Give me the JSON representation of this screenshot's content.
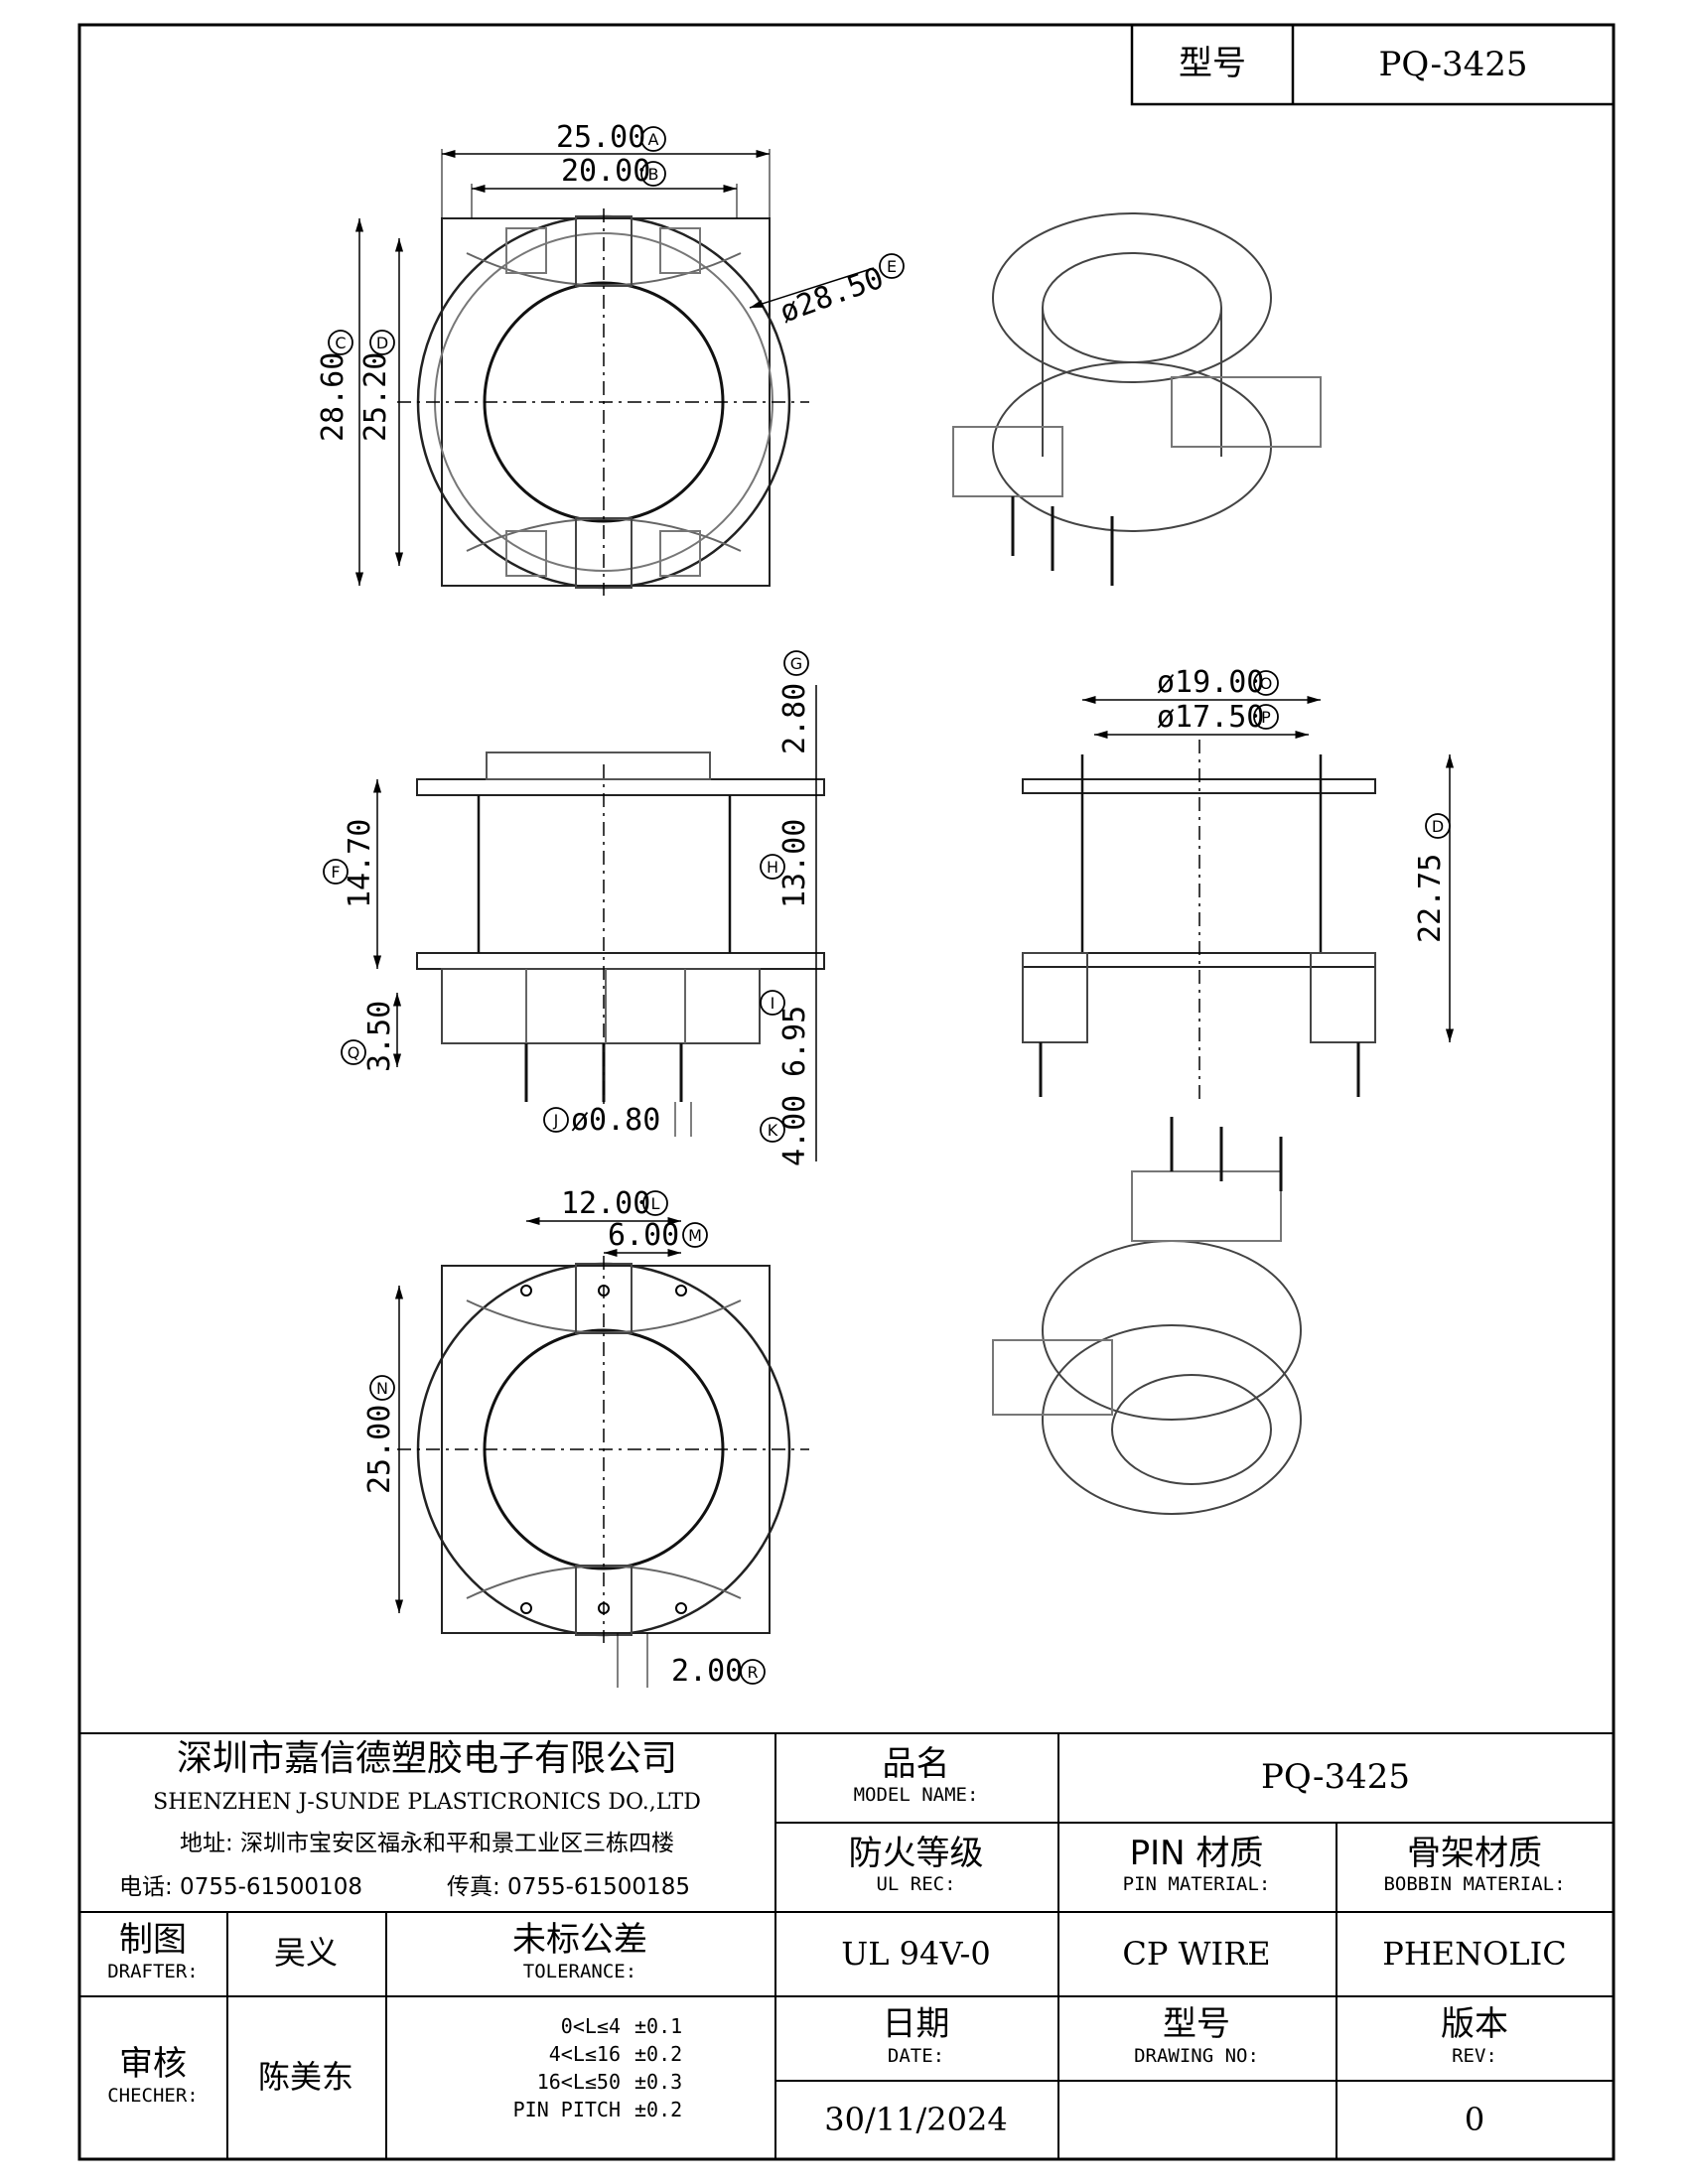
{
  "header": {
    "model_label": "型号",
    "model_value": "PQ-3425"
  },
  "dimensions": {
    "A": "25.00",
    "B": "20.00",
    "C": "28.60",
    "D": "25.20",
    "E": "ø28.50",
    "G": "2.80",
    "F": "14.70",
    "H": "13.00",
    "I": "6.95",
    "Q": "3.50",
    "J": "ø0.80",
    "K": "4.00",
    "O": "ø19.00",
    "P": "ø17.50",
    "D2": "22.75",
    "L": "12.00",
    "M": "6.00",
    "N": "25.00",
    "R": "2.00"
  },
  "callouts": {
    "A": "A",
    "B": "B",
    "C": "C",
    "D": "D",
    "E": "E",
    "F": "F",
    "G": "G",
    "H": "H",
    "I": "I",
    "J": "J",
    "K": "K",
    "L": "L",
    "M": "M",
    "N": "N",
    "O": "O",
    "P": "P",
    "Q": "Q",
    "R": "R"
  },
  "company": {
    "name_cn": "深圳市嘉信德塑胶电子有限公司",
    "name_en": "SHENZHEN J-SUNDE PLASTICRONICS DO.,LTD",
    "address": "地址: 深圳市宝安区福永和平和景工业区三栋四楼",
    "phone": "电话: 0755-61500108",
    "fax": "传真: 0755-61500185"
  },
  "title_block": {
    "model_name_cn": "品名",
    "model_name_en": "MODEL NAME:",
    "model_name_value": "PQ-3425",
    "ul_cn": "防火等级",
    "ul_en": "UL REC:",
    "ul_value": "UL 94V-0",
    "pin_cn": "PIN 材质",
    "pin_en": "PIN MATERIAL:",
    "pin_value": "CP WIRE",
    "bobbin_cn": "骨架材质",
    "bobbin_en": "BOBBIN MATERIAL:",
    "bobbin_value": "PHENOLIC",
    "drafter_cn": "制图",
    "drafter_en": "DRAFTER:",
    "drafter_value": "吴义",
    "checker_cn": "审核",
    "checker_en": "CHECHER:",
    "checker_value": "陈美东",
    "tolerance_cn": "未标公差",
    "tolerance_en": "TOLERANCE:",
    "tolerances": [
      {
        "range": "0<L≤4",
        "value": "±0.1"
      },
      {
        "range": "4<L≤16",
        "value": "±0.2"
      },
      {
        "range": "16<L≤50",
        "value": "±0.3"
      },
      {
        "range": "PIN PITCH",
        "value": "±0.2"
      }
    ],
    "date_cn": "日期",
    "date_en": "DATE:",
    "date_value": "30/11/2024",
    "drawing_no_cn": "型号",
    "drawing_no_en": "DRAWING NO:",
    "drawing_no_value": "",
    "rev_cn": "版本",
    "rev_en": "REV:",
    "rev_value": "0"
  }
}
